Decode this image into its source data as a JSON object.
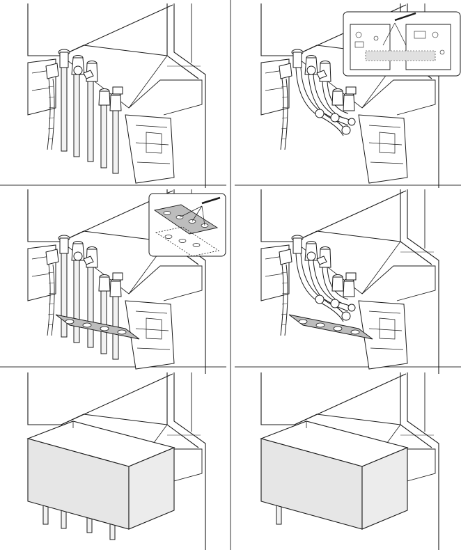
{
  "figure": {
    "grid": {
      "columns": 2,
      "rows": 3
    },
    "panels": [
      {
        "id": "step-1",
        "stage": "valves-and-pipes-connected"
      },
      {
        "id": "step-2",
        "stage": "pipes-bent-fitted",
        "inset": "inset-pcb-connectors"
      },
      {
        "id": "step-3",
        "stage": "valves-and-pipes-with-tray",
        "inset": "inset-tray-openings"
      },
      {
        "id": "step-4",
        "stage": "pipes-bent-with-tray"
      },
      {
        "id": "step-5",
        "stage": "cover-fitted-pipes-exposed"
      },
      {
        "id": "step-6",
        "stage": "cover-fitted-pipes-bent"
      }
    ]
  },
  "colors": {
    "line": "#1a1a1a",
    "divider": "#333333",
    "cover_fill": "#e6e6e6",
    "tray_fill": "#bdbdbd",
    "pipe_fill": "#f2f2f2",
    "background": "#ffffff"
  }
}
